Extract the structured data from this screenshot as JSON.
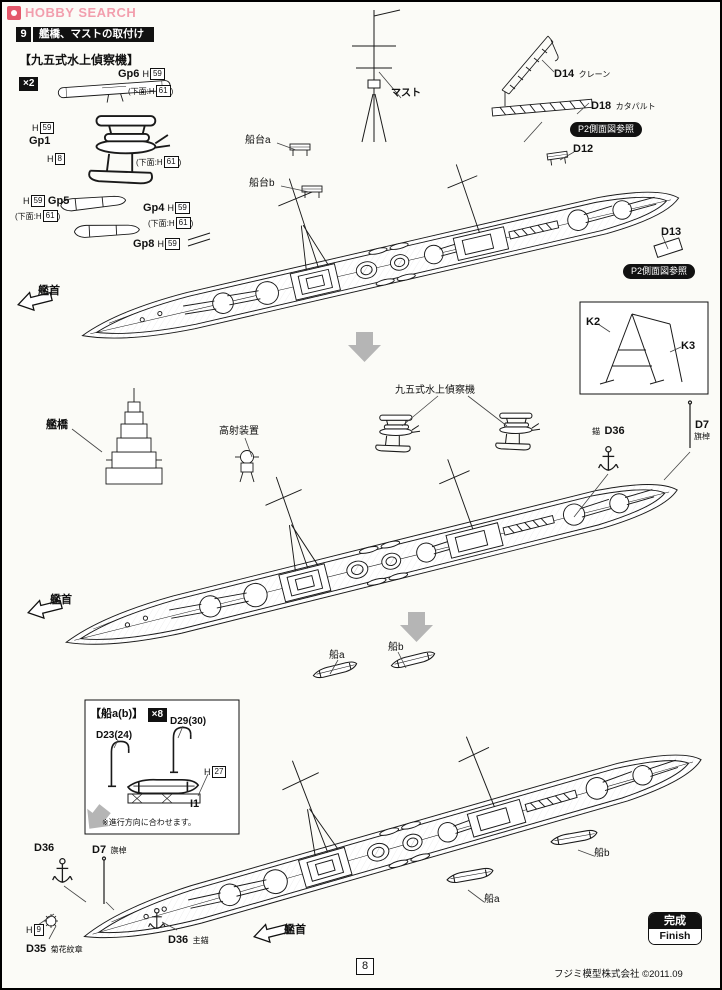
{
  "watermark": {
    "brand": "HOBBY SEARCH"
  },
  "header": {
    "step": "9",
    "title": "艦橋、マストの取付け"
  },
  "parts": {
    "H": "H",
    "n59": "59",
    "n61": "61",
    "n8": "8",
    "n27": "27",
    "n9": "9",
    "under": "(下面:",
    "close": ")"
  },
  "plane_box": {
    "title": "【九五式水上偵察機】",
    "qty": "×2",
    "gp6": "Gp6",
    "gp1": "Gp1",
    "gp5": "Gp5",
    "gp4": "Gp4",
    "gp8": "Gp8"
  },
  "ship_top": {
    "mast": "マスト",
    "cradle_a": "船台a",
    "cradle_b": "船台b",
    "d14": "D14",
    "d14_name": "クレーン",
    "d18": "D18",
    "d18_name": "カタパルト",
    "p2_ref": "P2側面図参照",
    "d12": "D12",
    "d13": "D13",
    "bow": "艦首"
  },
  "k_frame": {
    "k2": "K2",
    "k3": "K3"
  },
  "ship_mid": {
    "seaplane": "九五式水上偵察機",
    "anchor": "錨",
    "d36": "D36",
    "d7": "D7",
    "d7_name": "旗棹",
    "bridge": "艦橋",
    "director": "高射装置",
    "bow": "艦首"
  },
  "boat_inset": {
    "title": "【船a(b)】",
    "qty": "×8",
    "d29": "D29(30)",
    "d23": "D23(24)",
    "i1": "I1",
    "note": "※進行方向に合わせます。"
  },
  "ship_bottom": {
    "boat_a": "船a",
    "boat_b": "船b",
    "d36": "D36",
    "d36_name": "主錨",
    "d7": "D7",
    "d7_name": "旗棹",
    "d35": "D35",
    "d35_name": "菊花紋章",
    "bow": "艦首"
  },
  "finish": {
    "jp": "完成",
    "en": "Finish"
  },
  "footer": {
    "page": "8",
    "company": "フジミ模型株式会社 ©2011.09"
  }
}
